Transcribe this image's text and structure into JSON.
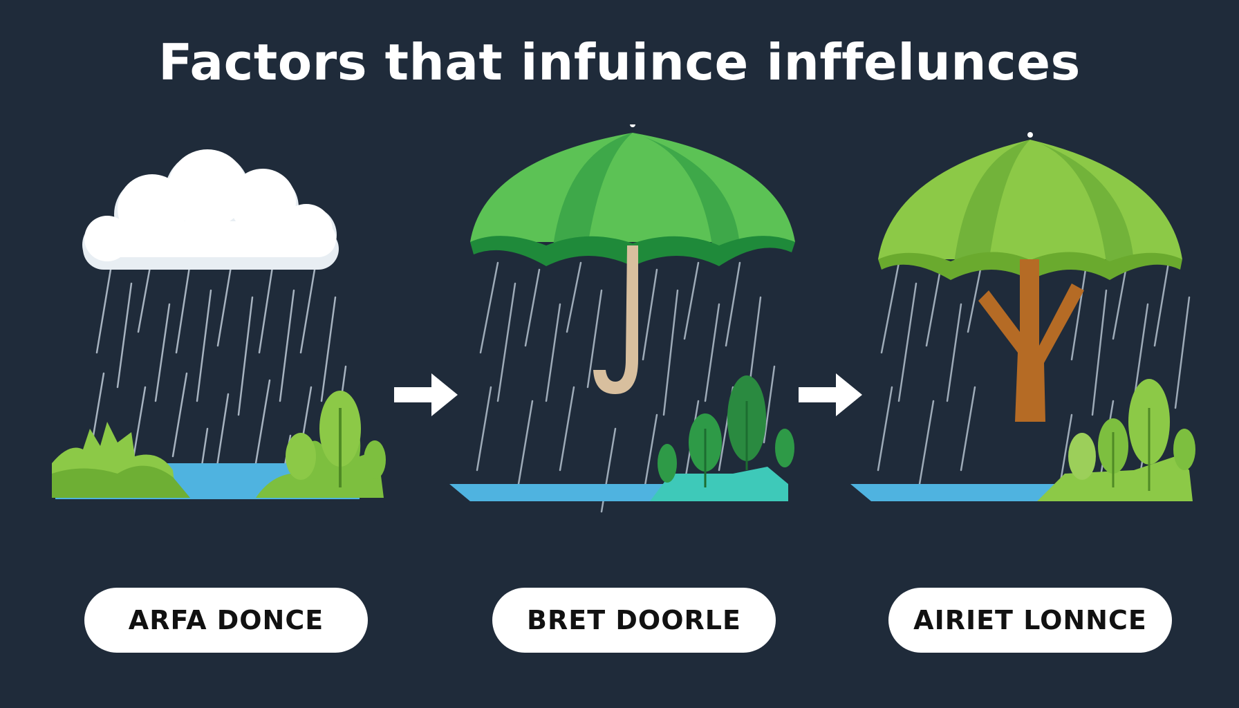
{
  "title": "Factors that infuince inffelunces",
  "colors": {
    "background": "#1f2b3a",
    "cloud": "#f4f7f9",
    "umbrella_green": "#5cc255",
    "umbrella_green_dark": "#3ea849",
    "tree_umbrella_green": "#8cc947",
    "handle": "#d8bf9e",
    "trunk": "#b56b25",
    "water": "#4fb3e0",
    "rain": "#c9d6e2"
  },
  "panels": [
    {
      "id": "cloud",
      "icon": "rain-cloud-icon",
      "label": "ARFA DONCE"
    },
    {
      "id": "umbrella",
      "icon": "umbrella-icon",
      "label": "BRET DOORLE"
    },
    {
      "id": "tree-umbrella",
      "icon": "tree-umbrella-icon",
      "label": "AIRIET LONNCE"
    }
  ],
  "arrows": [
    {
      "icon": "arrow-right-icon"
    },
    {
      "icon": "arrow-right-icon"
    }
  ]
}
